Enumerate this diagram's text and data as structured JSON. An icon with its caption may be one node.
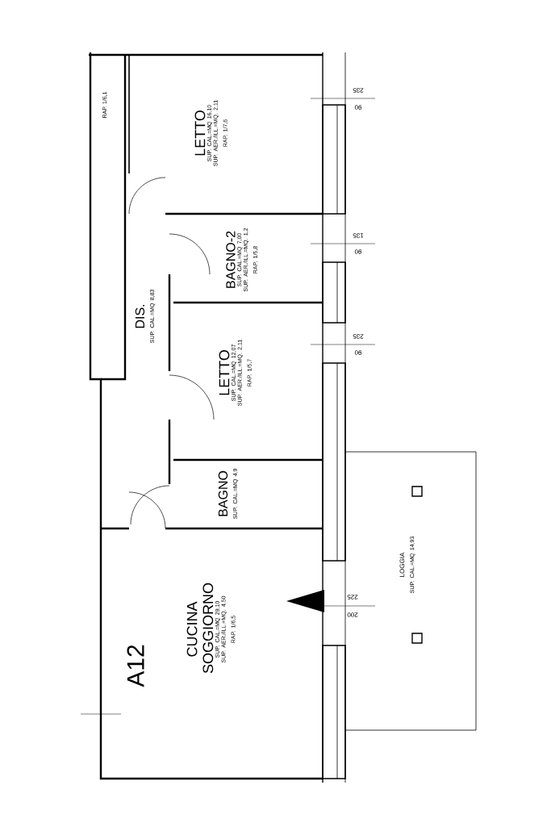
{
  "diagram": {
    "nodes": [
      {
        "text": [
          "LETTO",
          "SUP. CAL.=MQ 16,10",
          "SUP. AER./ILL.=MQ. 2,11",
          "RAP. 1/7,6"
        ]
      },
      {
        "text": [
          "BAGNO-2",
          "SUP. CAL.=MQ 7,00",
          "SUP. AER./ILL.=MQ. 1,2",
          "RAP. 1/5,8"
        ]
      },
      {
        "text": [
          "DIS.",
          "SUP. CAL.=MQ 8,83"
        ]
      },
      {
        "text": [
          "LETTO",
          "SUP. CAL.=MQ 12,07",
          "SUP. AER./ILL.=MQ. 2,11",
          "RAP. 1/5,7"
        ]
      },
      {
        "text": [
          "BAGNO",
          "SUP. CAL.=MQ 4,9"
        ]
      },
      {
        "text": [
          "CUCINA SOGGIORNO",
          "SUP. CAL.=MQ 29,10",
          "SUP. AER./ILL.=MQ. 4,50",
          "RAP. 1/6,5"
        ]
      },
      {
        "text": [
          "LOGGIA",
          "SUP. CAL.=MQ 14,93"
        ]
      }
    ],
    "labels": [
      "RAP. 1/6,1",
      "235",
      "90",
      "135",
      "90",
      "235",
      "90",
      "225",
      "200",
      "A12"
    ]
  }
}
